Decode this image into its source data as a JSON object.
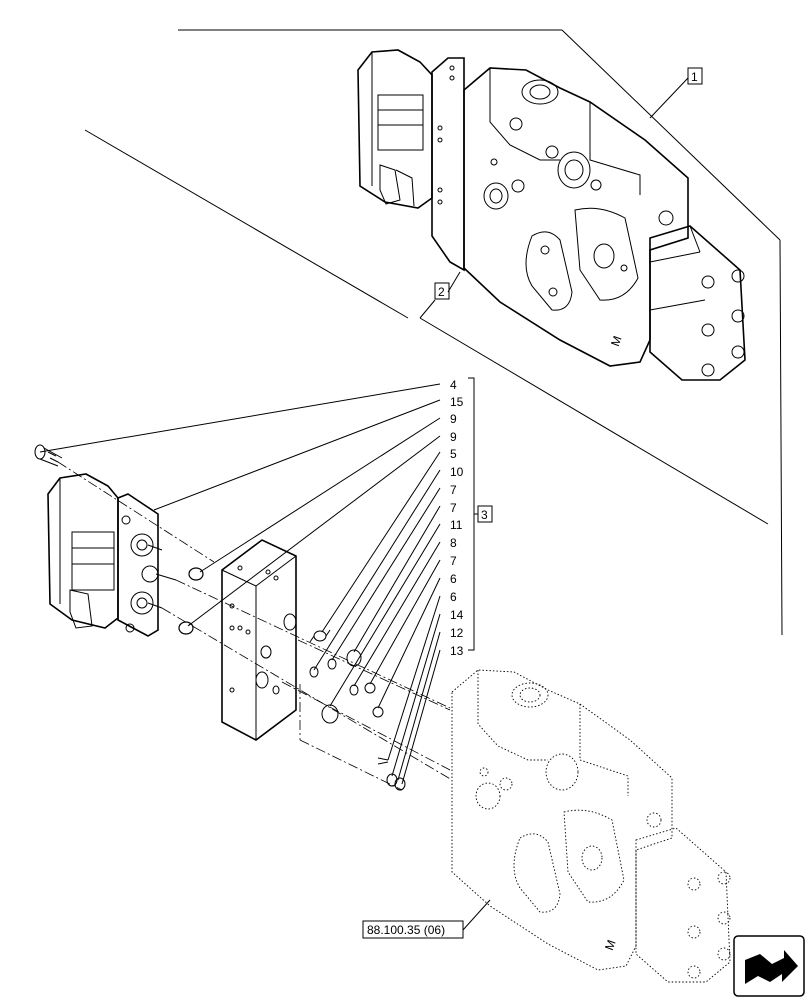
{
  "diagram": {
    "callouts": {
      "c1": "1",
      "c2": "2",
      "c3": "3",
      "ref": "88.100.35 (06)"
    },
    "part_numbers": [
      "4",
      "15",
      "9",
      "9",
      "5",
      "10",
      "7",
      "7",
      "11",
      "8",
      "7",
      "6",
      "6",
      "14",
      "12",
      "13"
    ]
  },
  "nav": {
    "icon": "next-page-arrow-icon"
  }
}
